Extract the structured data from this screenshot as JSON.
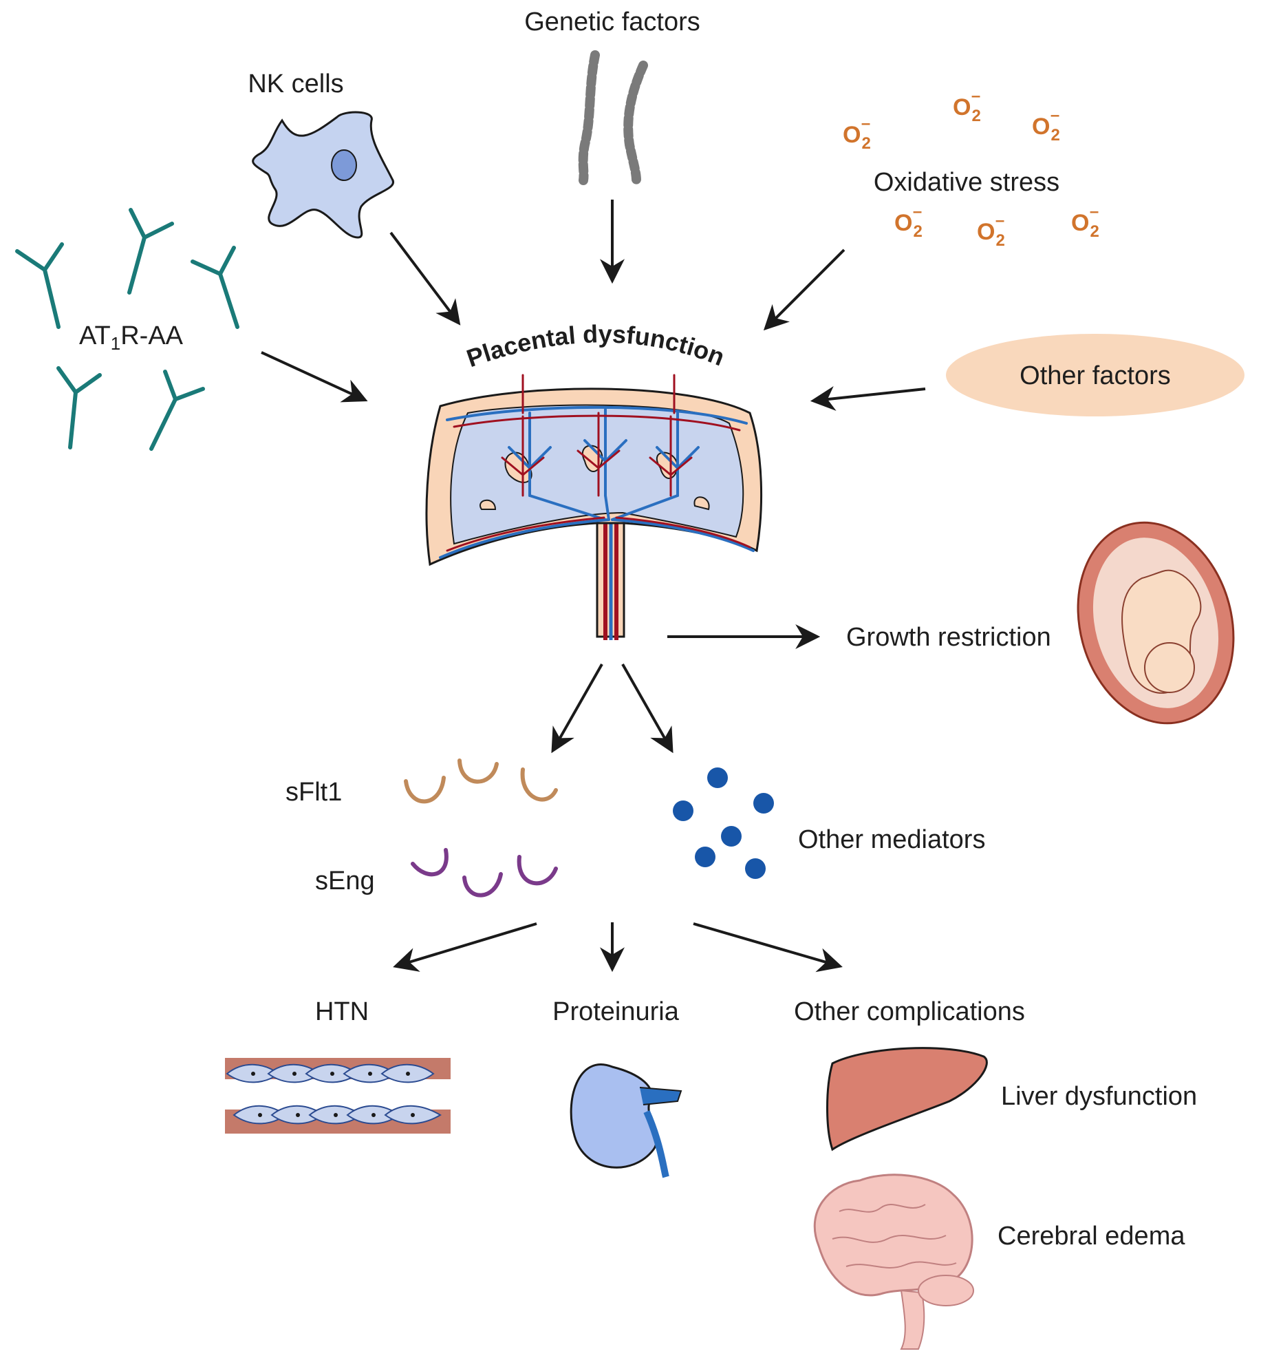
{
  "labels": {
    "genetic": "Genetic factors",
    "nk": "NK cells",
    "oxidative": "Oxidative stress",
    "at1r_pre": "AT",
    "at1r_sub": "1",
    "at1r_post": "R-AA",
    "placental": "Placental dysfunction",
    "other_factors": "Other factors",
    "growth": "Growth restriction",
    "sflt1": "sFlt1",
    "seng": "sEng",
    "other_mediators": "Other mediators",
    "htn": "HTN",
    "proteinuria": "Proteinuria",
    "other_complications": "Other complications",
    "liver": "Liver dysfunction",
    "cerebral": "Cerebral edema"
  },
  "oxygen": {
    "base": "O",
    "sub": "2",
    "sup": "–"
  },
  "colors": {
    "antibody": "#1a7a78",
    "nk_cell": "#c5d3f0",
    "oxygen": "#d1742c",
    "placenta_tissue": "#f9d5b8",
    "placenta_villi": "#c8d4ee",
    "artery": "#a01020",
    "vein": "#2a6fc0",
    "sflt1": "#c08a5a",
    "seng": "#7a3a8a",
    "mediator_dot": "#1856a8",
    "other_factors_fill": "#f9d8bc",
    "vessel_wall": "#c47a6a",
    "kidney": "#a9bff0",
    "liver": "#d98070",
    "brain": "#f5c6c0"
  }
}
